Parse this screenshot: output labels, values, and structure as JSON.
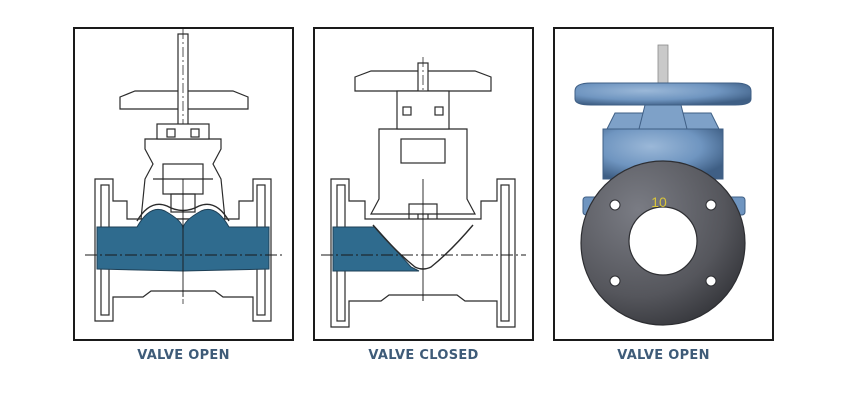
{
  "panels": [
    {
      "caption": "VALVE OPEN",
      "kind": "cross-section-drawing"
    },
    {
      "caption": "VALVE CLOSED",
      "kind": "cross-section-drawing"
    },
    {
      "caption": "VALVE OPEN",
      "kind": "photograph",
      "stamp": "10"
    }
  ],
  "colors": {
    "fluid": "#2f6b8e",
    "line": "#2b2b2b",
    "valve_body": "#6f95c0",
    "flange": "#55565c",
    "caption": "#3e5b78"
  }
}
